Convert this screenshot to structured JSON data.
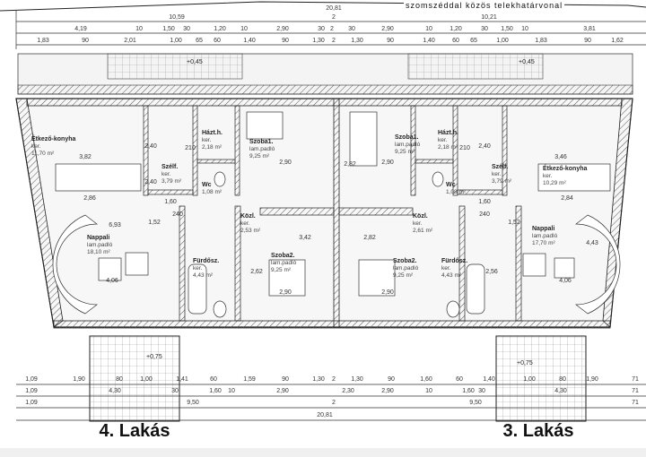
{
  "plot_line_note": "szomszéddal közös telekhatárvonal",
  "levels": {
    "top_left": "+0,45",
    "top_right": "+0,45",
    "bottom_left": "+0,75",
    "bottom_right": "+0,75"
  },
  "top_dims": {
    "total": "20,81",
    "row1": [
      "10,59",
      "2",
      "10,21"
    ],
    "row2": [
      "4,19",
      "10",
      "1,50",
      "30",
      "1,20",
      "10",
      "2,90",
      "30",
      "2",
      "30",
      "2,90",
      "10",
      "1,20",
      "30",
      "1,50",
      "10",
      "3,81"
    ],
    "row3": [
      "1,83",
      "90",
      "2,01",
      "1,00",
      "65",
      "60",
      "1,40",
      "90",
      "1,30",
      "2",
      "1,30",
      "90",
      "1,40",
      "60",
      "65",
      "1,00",
      "1,83",
      "90",
      "1,62"
    ]
  },
  "bottom_dims": {
    "row1": [
      "1,09",
      "1,90",
      "80",
      "1,00",
      "1,41",
      "60",
      "1,59",
      "90",
      "1,30",
      "2",
      "1,30",
      "90",
      "1,60",
      "60",
      "1,40",
      "1,00",
      "80",
      "1,90",
      "71"
    ],
    "row2": [
      "1,09",
      "4,30",
      "30",
      "1,60",
      "10",
      "2,90",
      "2,30",
      "2,90",
      "10",
      "1,60",
      "30",
      "4,30",
      "71"
    ],
    "row3": [
      "1,09",
      "9,50",
      "2",
      "9,50",
      "71"
    ],
    "total": "20,81"
  },
  "apartments": [
    {
      "title": "4. Lakás",
      "rooms": [
        {
          "name": "Étkező-konyha",
          "floor": "ker.",
          "area": "11,70 m²"
        },
        {
          "name": "Szélf.",
          "floor": "ker.",
          "area": "3,79 m²"
        },
        {
          "name": "Házt.h.",
          "floor": "ker.",
          "area": "2,18 m²"
        },
        {
          "name": "Wc",
          "floor": "",
          "area": "1,08 m²"
        },
        {
          "name": "Szoba1.",
          "floor": "lam.padló",
          "area": "9,25 m²"
        },
        {
          "name": "Közl.",
          "floor": "ker.",
          "area": "2,53 m²"
        },
        {
          "name": "Nappali",
          "floor": "lam.padló",
          "area": "18,10 m²"
        },
        {
          "name": "Fürdősz.",
          "floor": "ker.",
          "area": "4,43 m²"
        },
        {
          "name": "Szoba2.",
          "floor": "lam.padló",
          "area": "9,25 m²"
        }
      ],
      "inner_dims": [
        "3,82",
        "2,86",
        "6,93",
        "4,06",
        "2,40",
        "2,40",
        "2,90",
        "3,42",
        "2,90",
        "1,52",
        "2,62",
        "1,60",
        "210",
        "240"
      ]
    },
    {
      "title": "3. Lakás",
      "rooms": [
        {
          "name": "Szoba1.",
          "floor": "lam.padló",
          "area": "9,25 m²"
        },
        {
          "name": "Házt.h.",
          "floor": "ker.",
          "area": "2,18 m²"
        },
        {
          "name": "Wc",
          "floor": "",
          "area": "1,08 m²"
        },
        {
          "name": "Szélf.",
          "floor": "ker.",
          "area": "3,79 m²"
        },
        {
          "name": "Étkező-konyha",
          "floor": "ker.",
          "area": "10,29 m²"
        },
        {
          "name": "Közl.",
          "floor": "ker.",
          "area": "2,61 m²"
        },
        {
          "name": "Szoba2.",
          "floor": "lam.padló",
          "area": "9,25 m²"
        },
        {
          "name": "Fürdősz.",
          "floor": "ker.",
          "area": "4,43 m²"
        },
        {
          "name": "Nappali",
          "floor": "lam.padló",
          "area": "17,70 m²"
        }
      ],
      "inner_dims": [
        "3,46",
        "2,84",
        "4,43",
        "4,06",
        "2,40",
        "2,82",
        "2,90",
        "2,82",
        "2,90",
        "1,52",
        "2,56",
        "1,60",
        "210",
        "240"
      ]
    }
  ]
}
